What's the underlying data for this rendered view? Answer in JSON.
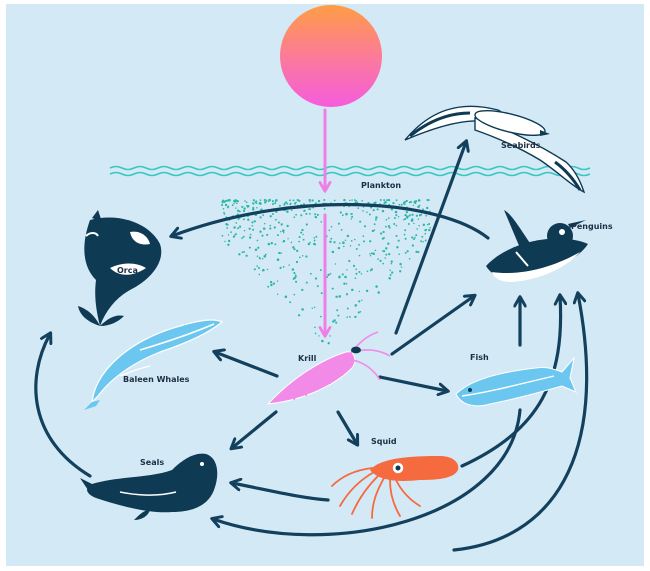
{
  "colors": {
    "background": "#d4e9f6",
    "arrow": "#12405d",
    "sun_arrow": "#ee7fe6",
    "sun_top": "#ff9b47",
    "sun_bottom": "#f85ad9",
    "water": "#38c7c1",
    "plankton": "#2bb7a6",
    "dark_animal": "#0e3a54",
    "light_blue": "#6bc7ef",
    "krill": "#f18be7",
    "squid": "#f56a3f"
  },
  "labels": {
    "plankton": "Plankton",
    "seabirds": "Seabirds",
    "penguins": "Penguins",
    "orca": "Orca",
    "krill": "Krill",
    "fish": "Fish",
    "baleen_whales": "Baleen Whales",
    "squid": "Squid",
    "seals": "Seals"
  },
  "icons": {
    "sun": "sun-icon",
    "seabird": "seabird-icon",
    "penguin": "penguin-icon",
    "orca": "orca-icon",
    "whale": "baleen-whale-icon",
    "krill": "krill-icon",
    "fish": "fish-icon",
    "squid": "squid-icon",
    "seal": "seal-icon"
  }
}
